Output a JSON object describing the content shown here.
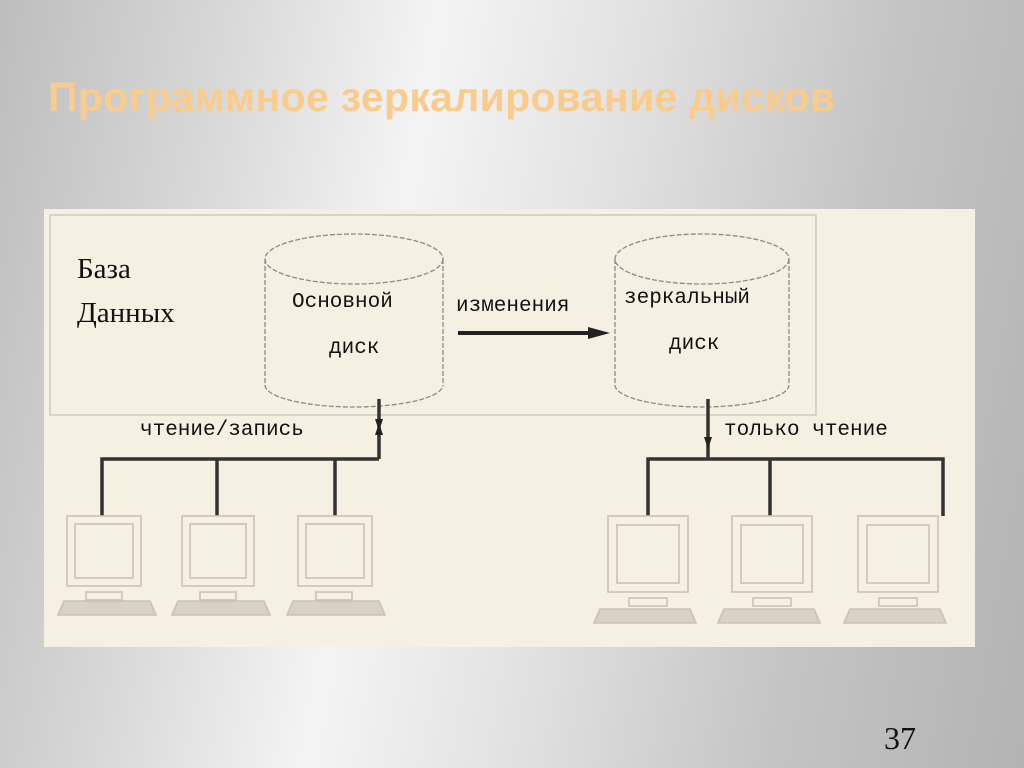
{
  "slide": {
    "title": "Программное зеркалирование дисков",
    "page_number": "37",
    "colors": {
      "title": "#fbcb8c",
      "diagram_background": "#f6f0e3",
      "lines": "#2a2a2a"
    }
  },
  "diagram": {
    "group_label_line1": "База",
    "group_label_line2": "Данных",
    "primary_disk": {
      "line1": "Основной",
      "line2": "диск"
    },
    "mirror_disk": {
      "line1": "зеркальный",
      "line2": "диск"
    },
    "replication_label": "изменения",
    "left_link_label": "чтение/запись",
    "right_link_label": "только чтение",
    "left_clients_count": 3,
    "right_clients_count": 3
  }
}
